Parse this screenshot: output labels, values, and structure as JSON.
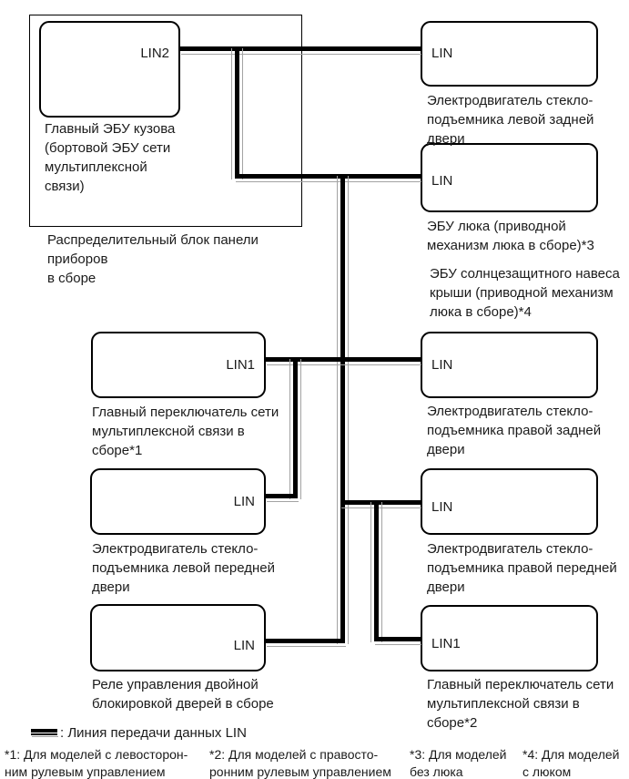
{
  "nodes": {
    "body_ecu": {
      "port": "LIN2",
      "caption": "Главный ЭБУ кузова\n(бортовой ЭБУ сети\nмультиплексной связи)"
    },
    "dist_block": {
      "caption": "Распределительный блок панели приборов\nв сборе"
    },
    "motor_rear_left": {
      "port": "LIN",
      "caption": "Электродвигатель стекло-\nподъемника левой задней\nдвери"
    },
    "sunroof_ecu": {
      "port": "LIN",
      "caption": "ЭБУ люка (приводной\nмеханизм люка в сборе)*3"
    },
    "sunshade_ecu": {
      "caption": "ЭБУ солнцезащитного навеса\nкрыши (приводной механизм\nлюка в сборе)*4"
    },
    "master_switch_1": {
      "port": "LIN1",
      "caption": "Главный переключатель сети\nмультиплексной связи в сборе*1"
    },
    "motor_rear_right": {
      "port": "LIN",
      "caption": "Электродвигатель стекло-\nподъемника правой задней\nдвери"
    },
    "motor_front_left": {
      "port": "LIN",
      "caption": "Электродвигатель стекло-\nподъемника левой передней\nдвери"
    },
    "motor_front_right": {
      "port": "LIN",
      "caption": "Электродвигатель стекло-\nподъемника правой передней\nдвери"
    },
    "double_lock_relay": {
      "port": "LIN",
      "caption": "Реле управления двойной\nблокировкой дверей в сборе"
    },
    "master_switch_2": {
      "port": "LIN1",
      "caption": "Главный переключатель сети\nмультиплексной связи в сборе*2"
    }
  },
  "legend": {
    "lin_line_label": ": Линия передачи данных LIN"
  },
  "footnotes": [
    "*1: Для моделей с левосторон-\nним рулевым управлением",
    "*2: Для моделей с правосто-\nронним рулевым управлением",
    "*3: Для моделей\nбез люка",
    "*4: Для моделей\nс люком"
  ],
  "colors": {
    "bus_line": "#000000",
    "bus_shadow": "#a3a3a3"
  }
}
